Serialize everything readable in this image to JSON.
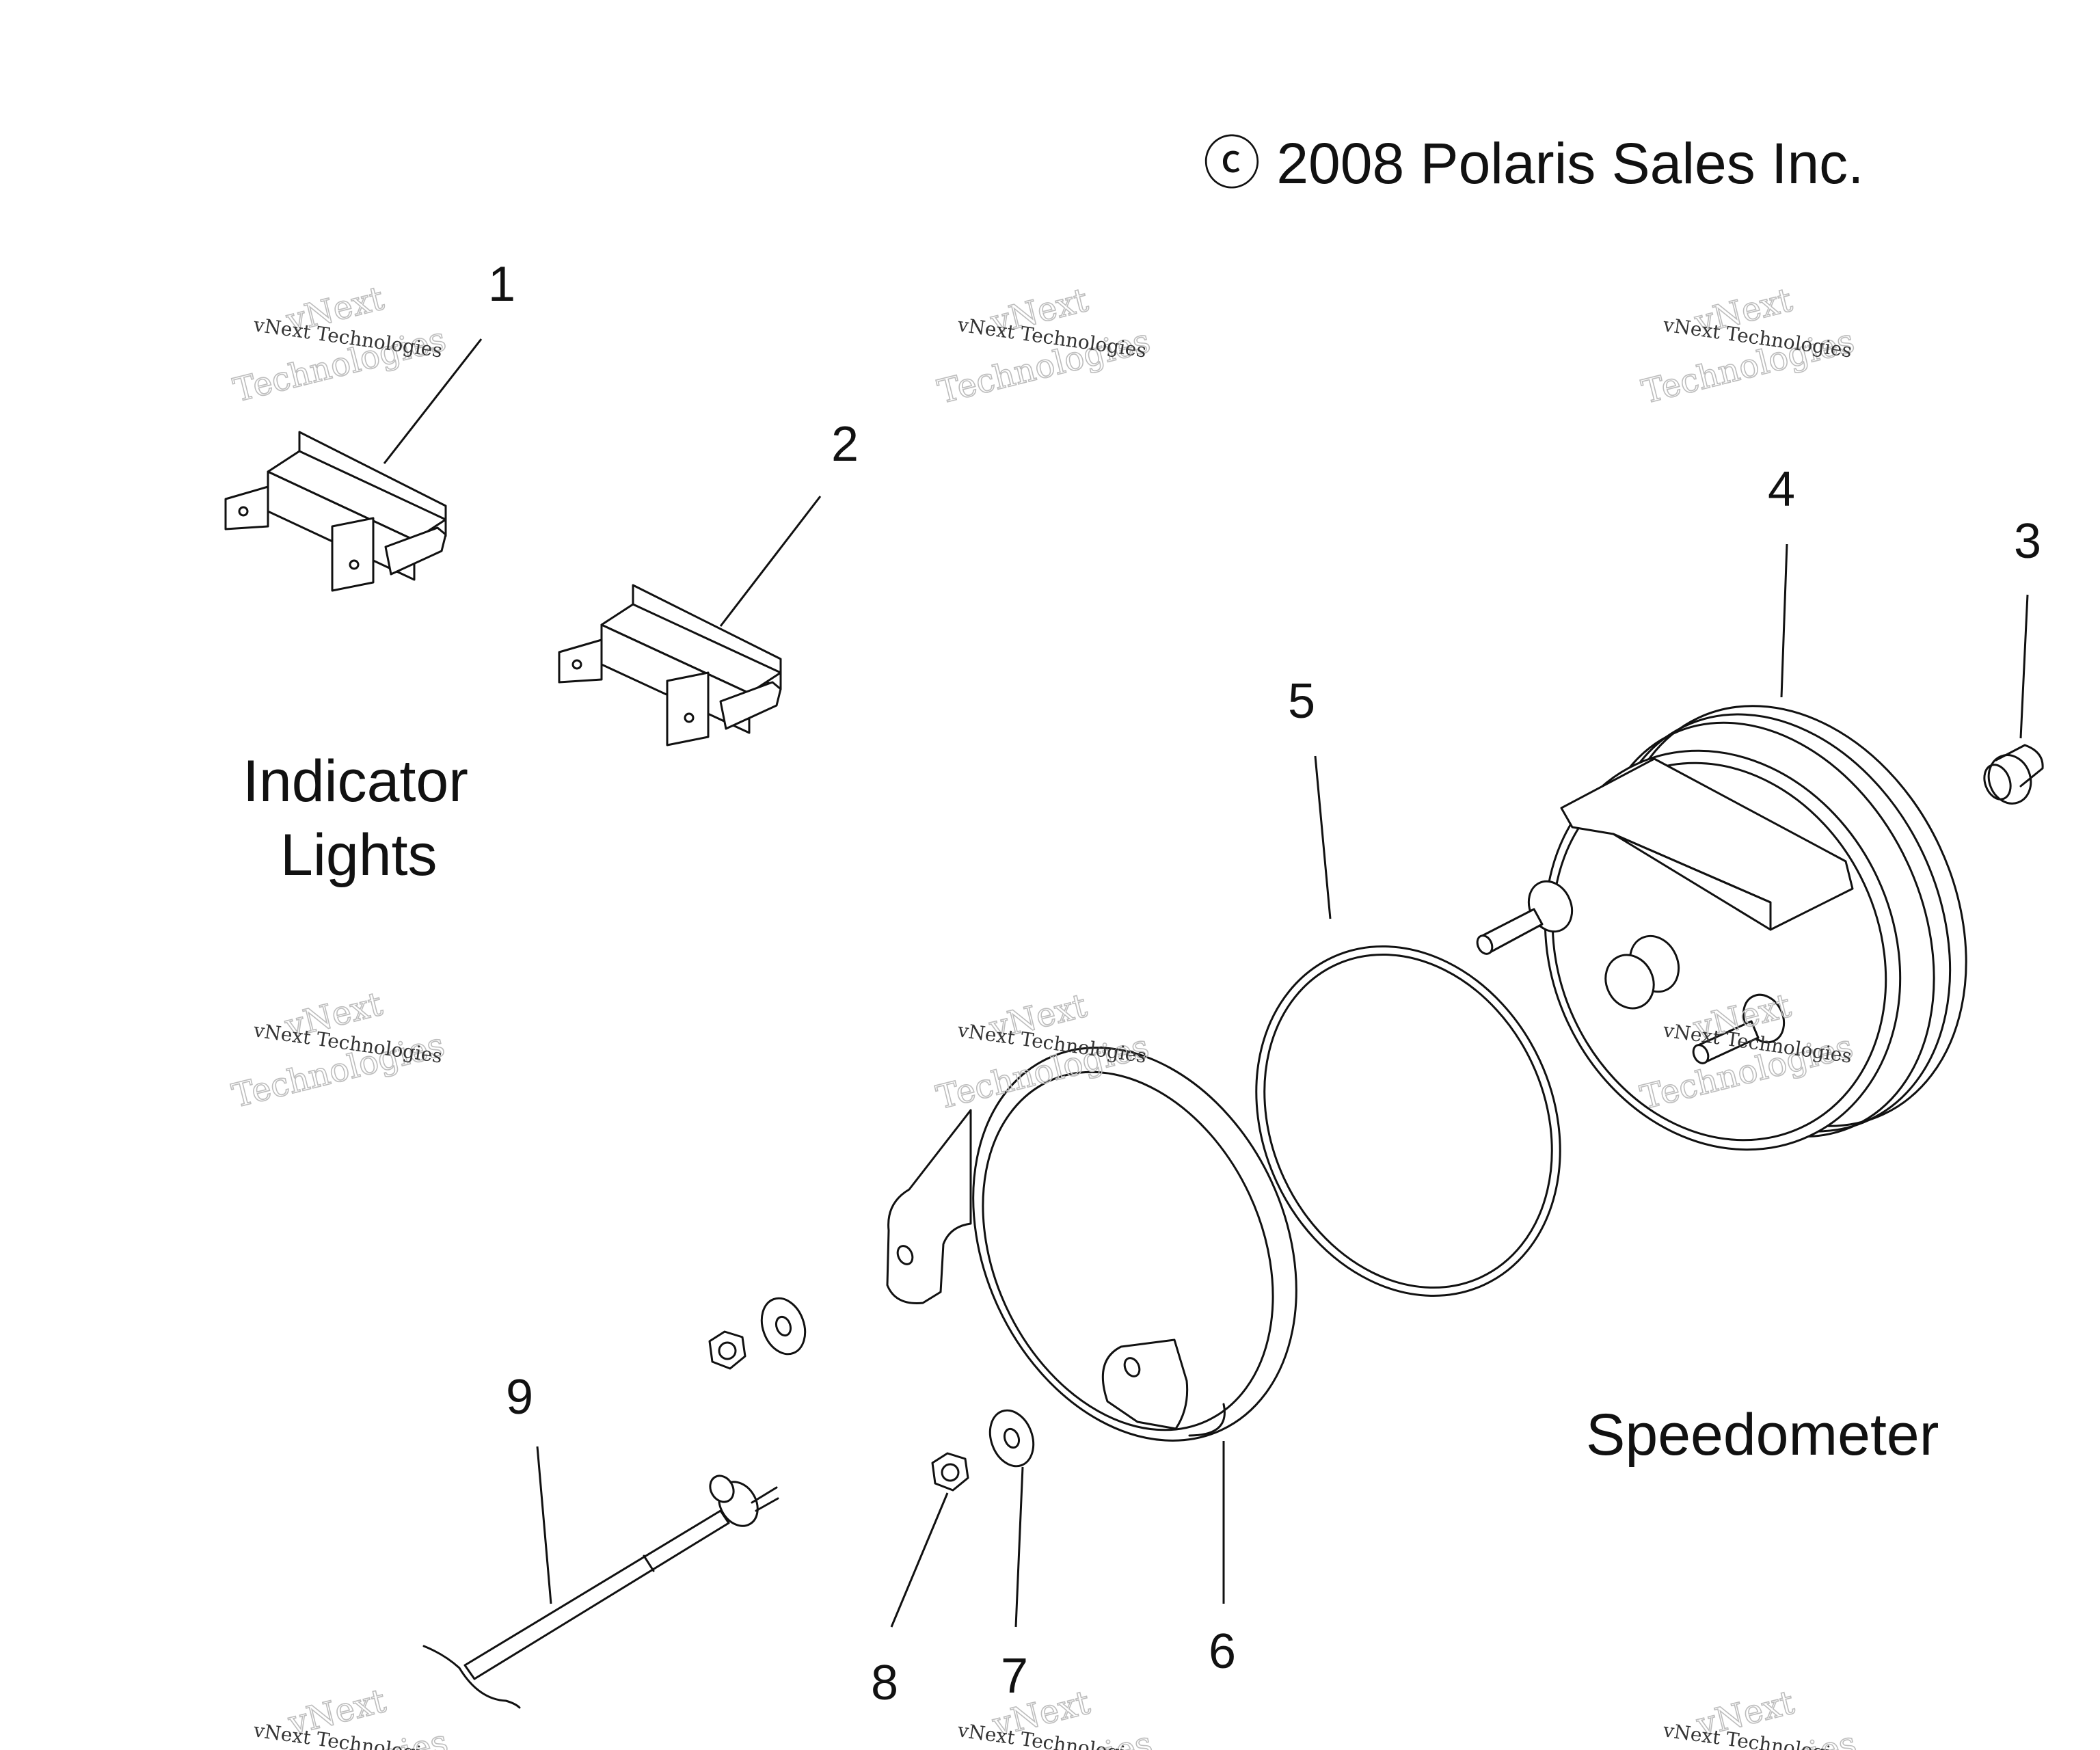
{
  "copyright": "ⓒ 2008 Polaris Sales Inc.",
  "section_labels": {
    "indicator_line1": "Indicator",
    "indicator_line2": "Lights",
    "speedometer": "Speedometer"
  },
  "callouts": {
    "c1": "1",
    "c2": "2",
    "c3": "3",
    "c4": "4",
    "c5": "5",
    "c6": "6",
    "c7": "7",
    "c8": "8",
    "c9": "9"
  },
  "watermark": {
    "line_vnext": "vNext",
    "line_tech": "Technologies",
    "line_small": "vNext Technologies"
  }
}
